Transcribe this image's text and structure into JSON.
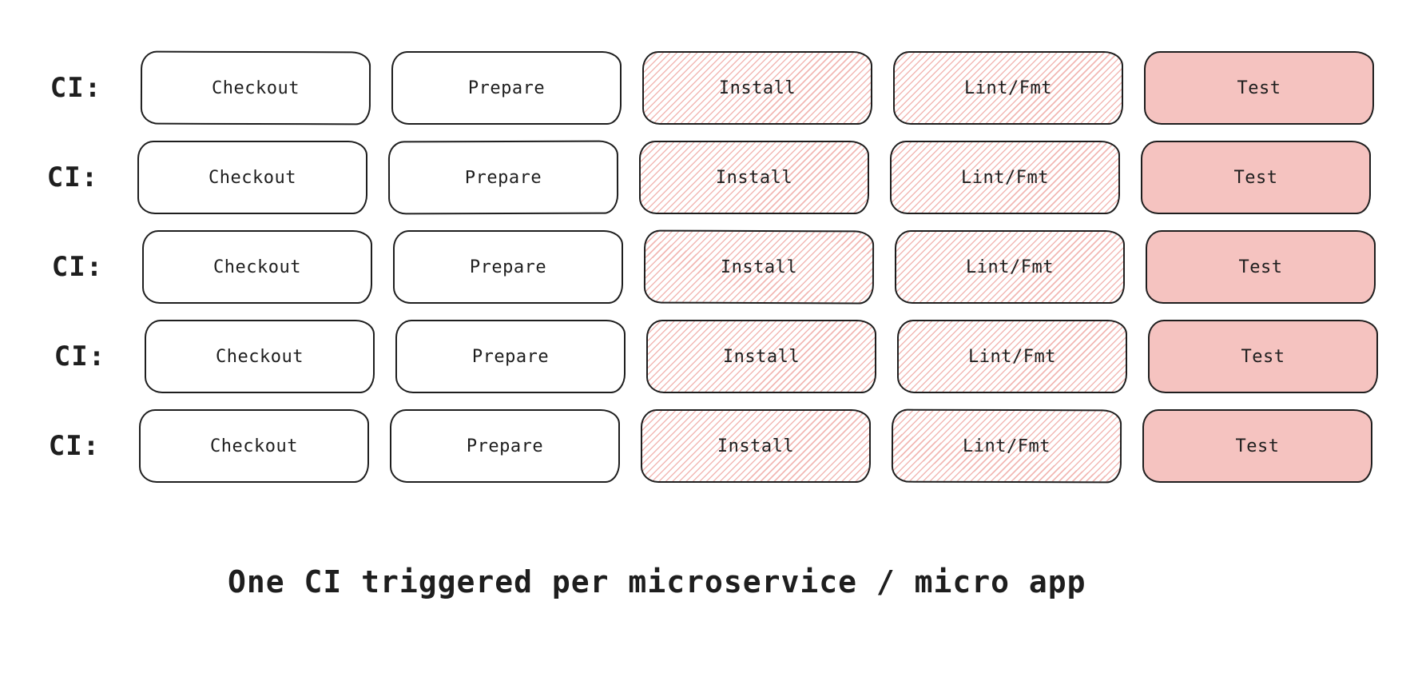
{
  "diagram": {
    "row_label": "CI:",
    "row_count": 5,
    "stages": [
      {
        "label": "Checkout",
        "style": "plain"
      },
      {
        "label": "Prepare",
        "style": "plain"
      },
      {
        "label": "Install",
        "style": "hatched"
      },
      {
        "label": "Lint/Fmt",
        "style": "hatched"
      },
      {
        "label": "Test",
        "style": "solid"
      }
    ],
    "caption": "One CI triggered per microservice / micro app",
    "colors": {
      "stroke": "#1e1e1e",
      "hatch_stripe": "#f2b8b4",
      "solid_fill": "#f5c3c0"
    }
  }
}
